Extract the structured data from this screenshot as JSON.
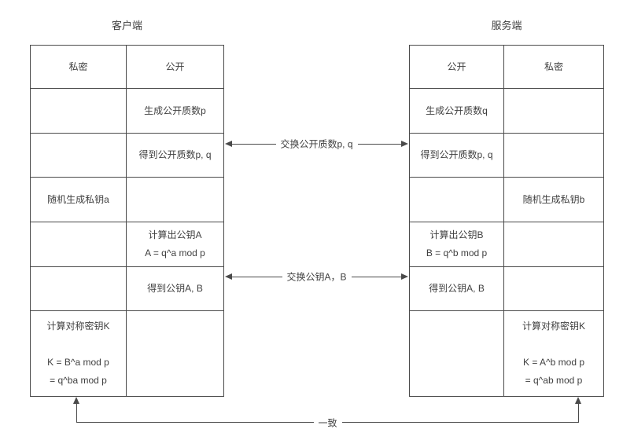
{
  "client": {
    "title": "客户端",
    "headers": [
      "私密",
      "公开"
    ],
    "rows": [
      {
        "private": "",
        "public": "生成公开质数p"
      },
      {
        "private": "",
        "public": "得到公开质数p, q"
      },
      {
        "private": "随机生成私钥a",
        "public": ""
      },
      {
        "private": "",
        "public": "计算出公钥A\nA = q^a mod p"
      },
      {
        "private": "",
        "public": "得到公钥A, B"
      },
      {
        "private": "计算对称密钥K\n\nK = B^a mod p\n= q^ba mod p",
        "public": ""
      }
    ]
  },
  "server": {
    "title": "服务端",
    "headers": [
      "公开",
      "私密"
    ],
    "rows": [
      {
        "public": "生成公开质数q",
        "private": ""
      },
      {
        "public": "得到公开质数p, q",
        "private": ""
      },
      {
        "public": "",
        "private": "随机生成私钥b"
      },
      {
        "public": "计算出公钥B\nB = q^b mod p",
        "private": ""
      },
      {
        "public": "得到公钥A, B",
        "private": ""
      },
      {
        "public": "",
        "private": "计算对称密钥K\n\nK = A^b mod p\n= q^ab mod p"
      }
    ]
  },
  "arrows": {
    "exchange_primes": "交换公开质数p, q",
    "exchange_keys": "交换公钥A，B",
    "consistent": "一致"
  },
  "colors": {
    "line": "#4a4a4a",
    "text": "#3f3f3f",
    "background": "#ffffff"
  }
}
